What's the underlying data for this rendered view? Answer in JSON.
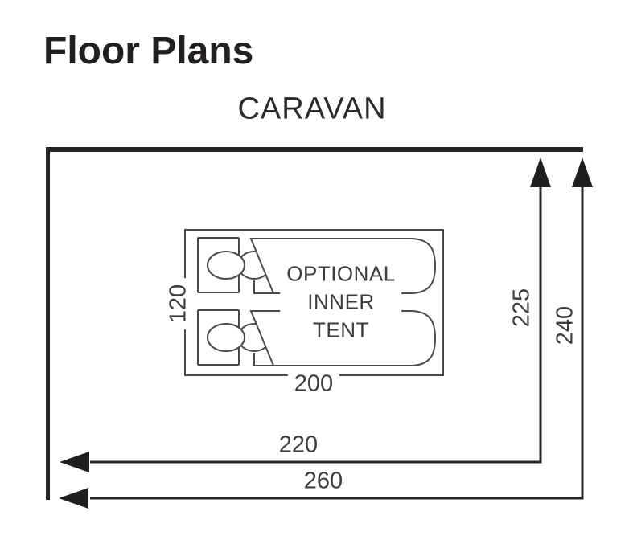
{
  "page": {
    "title": "Floor Plans"
  },
  "diagram": {
    "caravan_label": "CARAVAN",
    "inner_tent": {
      "label_lines": [
        "OPTIONAL",
        "INNER",
        "TENT"
      ],
      "width_cm": "200",
      "depth_cm": "120"
    },
    "dimensions": {
      "awning_depth_cm": "225",
      "overall_depth_cm": "240",
      "awning_width_cm": "220",
      "overall_width_cm": "260"
    },
    "colors": {
      "heavy_line": "#242424",
      "dimension_line": "#262626",
      "tent_line": "#4a4a4a",
      "text": "#3d3d3d",
      "title_text": "#231f20"
    }
  }
}
